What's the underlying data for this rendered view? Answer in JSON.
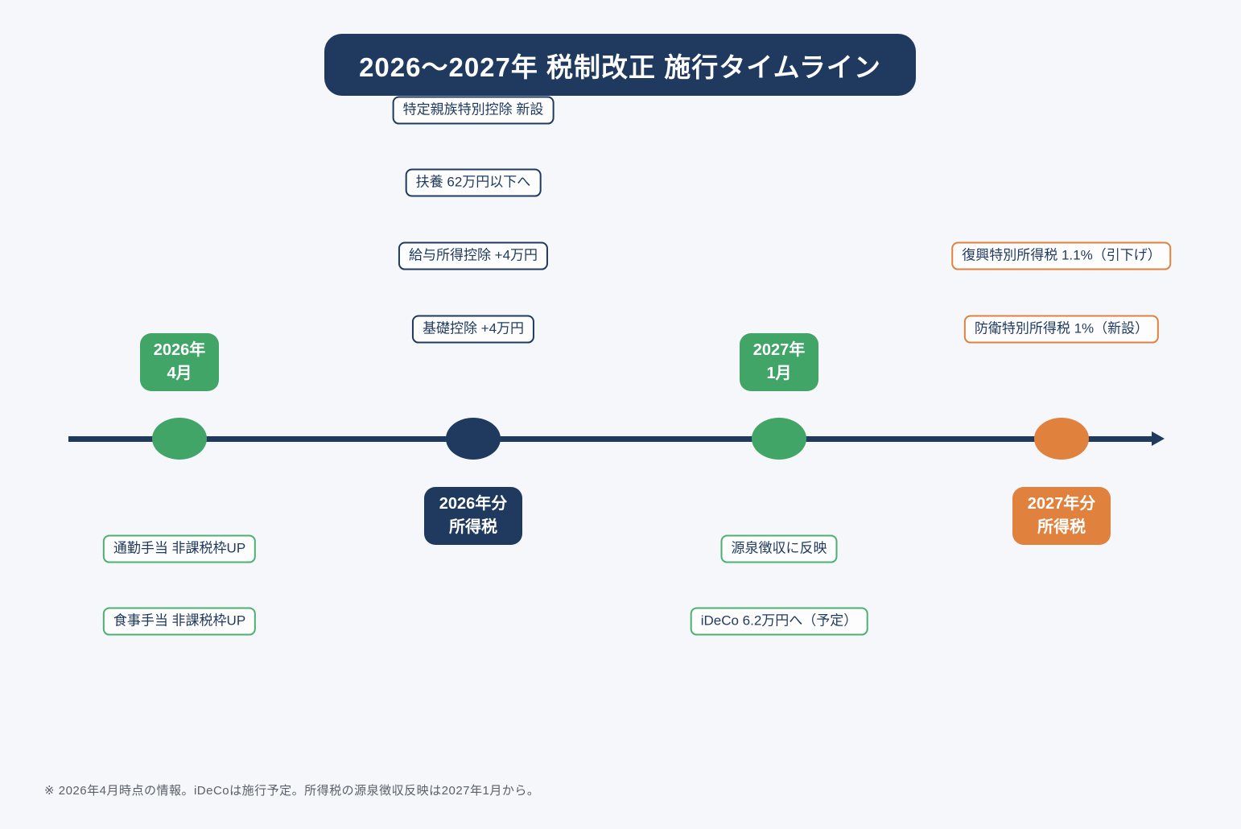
{
  "title": "2026〜2027年 税制改正 施行タイムライン",
  "colors": {
    "background": "#f5f7fa",
    "navy": "#1f3a5e",
    "green": "#42a568",
    "orange": "#e0813d",
    "callout_background": "#fdfdfe",
    "footnote_gray": "#5a6069"
  },
  "timeline": {
    "milestones": [
      {
        "id": "2026-04",
        "chip_label": "2026年\n4月",
        "color": "green",
        "position": "above"
      },
      {
        "id": "2026-income-tax",
        "chip_label": "2026年分\n所得税",
        "color": "navy",
        "position": "below"
      },
      {
        "id": "2027-01",
        "chip_label": "2027年\n1月",
        "color": "green",
        "position": "above"
      },
      {
        "id": "2027-income-tax",
        "chip_label": "2027年分\n所得税",
        "color": "orange",
        "position": "below"
      }
    ]
  },
  "callouts": {
    "navy_2026_income_tax": [
      {
        "text": "特定親族特別控除 新設"
      },
      {
        "text": "扶養 62万円以下へ"
      },
      {
        "text": "給与所得控除 +4万円"
      },
      {
        "text": "基礎控除 +4万円"
      }
    ],
    "orange_2027_income_tax": [
      {
        "text": "復興特別所得税 1.1%（引下げ）"
      },
      {
        "text": "防衛特別所得税 1%（新設）"
      }
    ],
    "green_2026_04": [
      {
        "text": "通勤手当 非課税枠UP"
      },
      {
        "text": "食事手当 非課税枠UP"
      }
    ],
    "green_2027_01": [
      {
        "text": "源泉徴収に反映"
      },
      {
        "text": "iDeCo 6.2万円へ（予定）"
      }
    ]
  },
  "footnote": "※ 2026年4月時点の情報。iDeCoは施行予定。所得税の源泉徴収反映は2027年1月から。"
}
